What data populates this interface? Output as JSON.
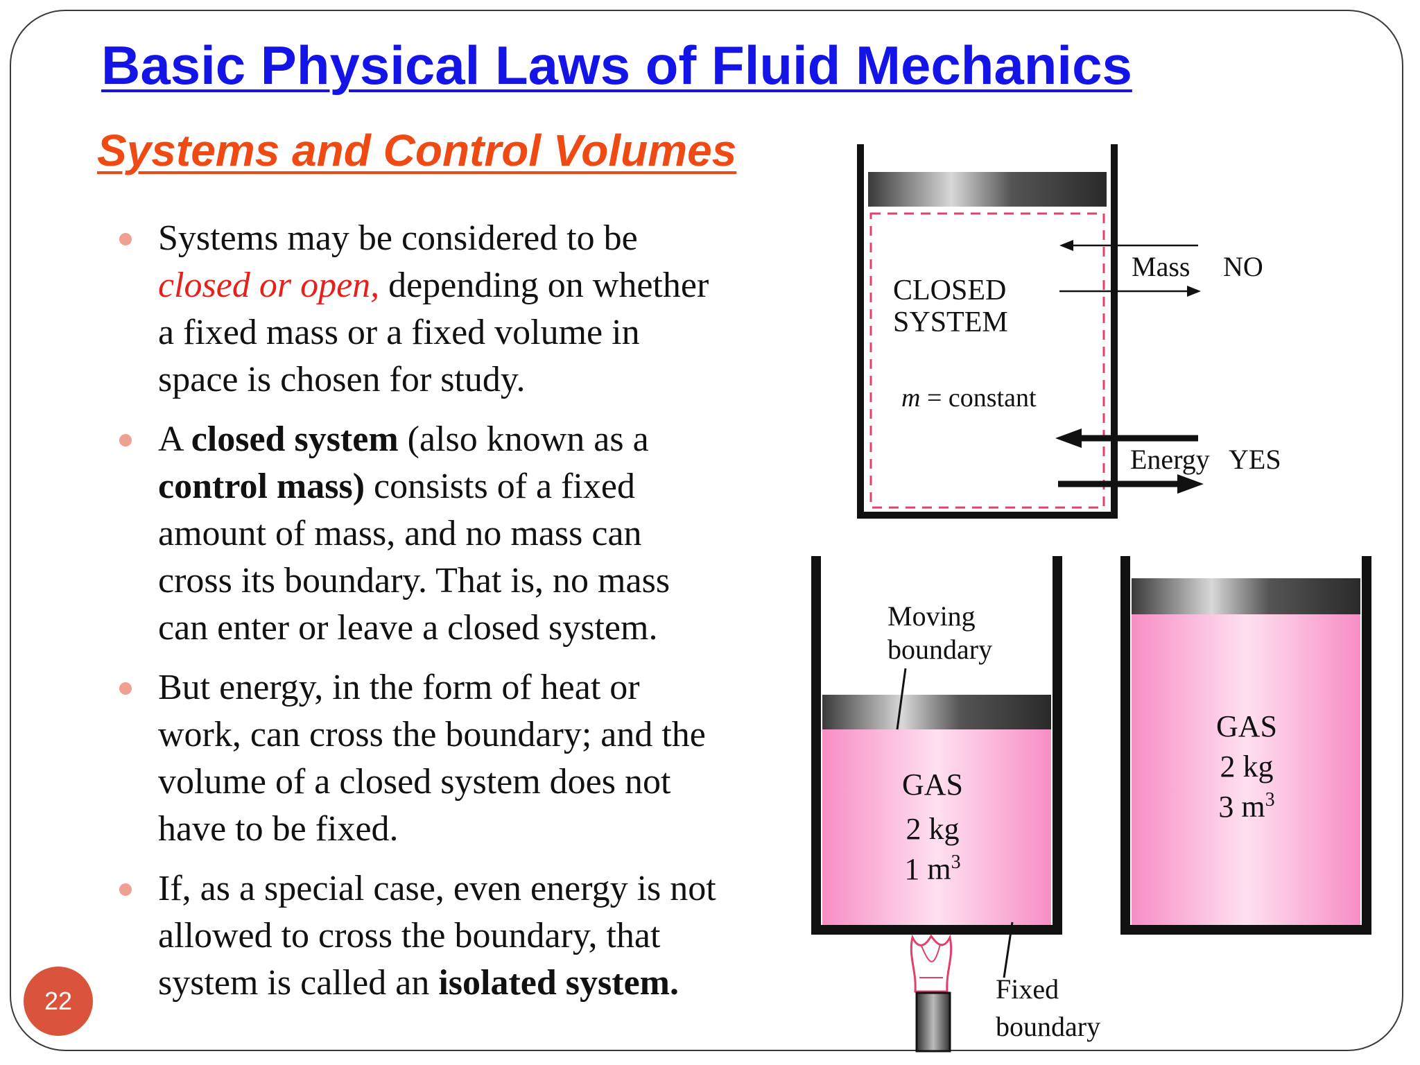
{
  "slide": {
    "title": "Basic Physical Laws of Fluid Mechanics",
    "subtitle": "Systems and Control Volumes",
    "page_number": "22"
  },
  "bullets": [
    {
      "parts": [
        "Systems may be considered to be",
        "closed or open,",
        " depending on whether",
        "a fixed mass or a fixed volume in",
        "space is chosen for study."
      ]
    },
    {
      "parts": [
        "A ",
        "closed system",
        " (also known as a",
        "control mass)",
        " consists of a fixed",
        "amount of mass, and no mass can",
        "cross its boundary. That is, no mass",
        "can enter or leave a closed system."
      ]
    },
    {
      "parts": [
        "But energy, in the form of heat or",
        "work, can cross the boundary; and the",
        "volume of a closed system does not",
        "have to be fixed."
      ]
    },
    {
      "parts": [
        "If, as a special case, even energy is not",
        "allowed to cross the boundary, that",
        "system is called an ",
        "isolated system."
      ]
    }
  ],
  "figure_closed_system": {
    "label_line1": "CLOSED",
    "label_line2": "SYSTEM",
    "m_symbol": "m",
    "m_text": " = constant",
    "mass_label": "Mass",
    "mass_answer": "NO",
    "energy_label": "Energy",
    "energy_answer": "YES"
  },
  "figure_gas_left": {
    "moving_line1": "Moving",
    "moving_line2": "boundary",
    "gas": "GAS",
    "mass": "2 kg",
    "volume_base": "1 m",
    "volume_exp": "3",
    "fixed_line1": "Fixed",
    "fixed_line2": "boundary"
  },
  "figure_gas_right": {
    "gas": "GAS",
    "mass": "2 kg",
    "volume_base": "3 m",
    "volume_exp": "3"
  },
  "colors": {
    "title": "#1414e6",
    "subtitle": "#f04a14",
    "emphasis": "#e8201c",
    "gas_fill": "#fbb8da",
    "boundary_dash": "#e0406a"
  }
}
